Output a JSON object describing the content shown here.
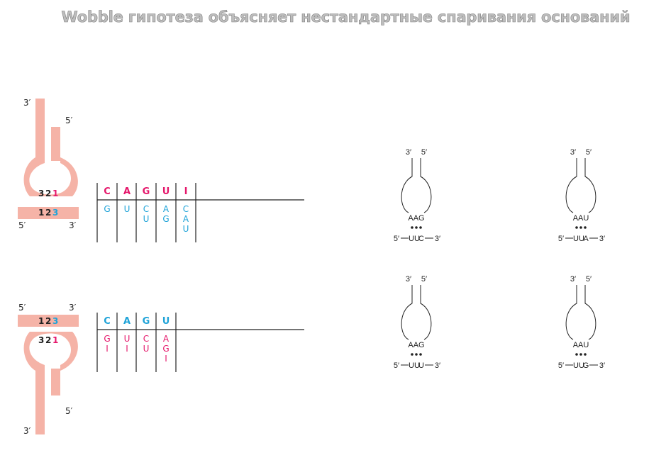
{
  "title": "Wobble гипотеза объясняет нестандартные спаривания оснований",
  "colors": {
    "strand": "#f5b3a7",
    "magenta": "#e5176b",
    "cyan": "#1fa3d8",
    "dark": "#222222",
    "highlight": "#d2402a"
  },
  "top_panel": {
    "loop_three_prime": "3′",
    "loop_five_prime": "5′",
    "anticodon_positions": [
      "3",
      "2",
      "1"
    ],
    "codon_positions": [
      "1",
      "2",
      "3"
    ],
    "bar_left": "5′",
    "bar_right": "3′",
    "table": {
      "headers": [
        "C",
        "A",
        "G",
        "U",
        "I"
      ],
      "pairs": [
        [
          "G"
        ],
        [
          "U"
        ],
        [
          "C",
          "U"
        ],
        [
          "A",
          "G"
        ],
        [
          "C",
          "A",
          "U"
        ]
      ]
    }
  },
  "bottom_panel": {
    "bar_left": "5′",
    "bar_right": "3′",
    "codon_positions": [
      "1",
      "2",
      "3"
    ],
    "anticodon_positions": [
      "3",
      "2",
      "1"
    ],
    "loop_three_prime": "3′",
    "loop_five_prime": "5′",
    "table": {
      "headers": [
        "C",
        "A",
        "G",
        "U"
      ],
      "pairs": [
        [
          "G",
          "I"
        ],
        [
          "U",
          "I"
        ],
        [
          "C",
          "U"
        ],
        [
          "A",
          "G",
          "I"
        ]
      ]
    }
  },
  "wobble_examples": [
    {
      "anticodon": "AAG",
      "codon_prefix": "UU",
      "codon_wobble": "C",
      "five": "5′",
      "three": "3′"
    },
    {
      "anticodon": "AAU",
      "codon_prefix": "UU",
      "codon_wobble": "A",
      "five": "5′",
      "three": "3′"
    },
    {
      "anticodon": "AAG",
      "codon_prefix": "UU",
      "codon_wobble": "U",
      "five": "5′",
      "three": "3′"
    },
    {
      "anticodon": "AAU",
      "codon_prefix": "UU",
      "codon_wobble": "G",
      "five": "5′",
      "three": "3′"
    }
  ]
}
